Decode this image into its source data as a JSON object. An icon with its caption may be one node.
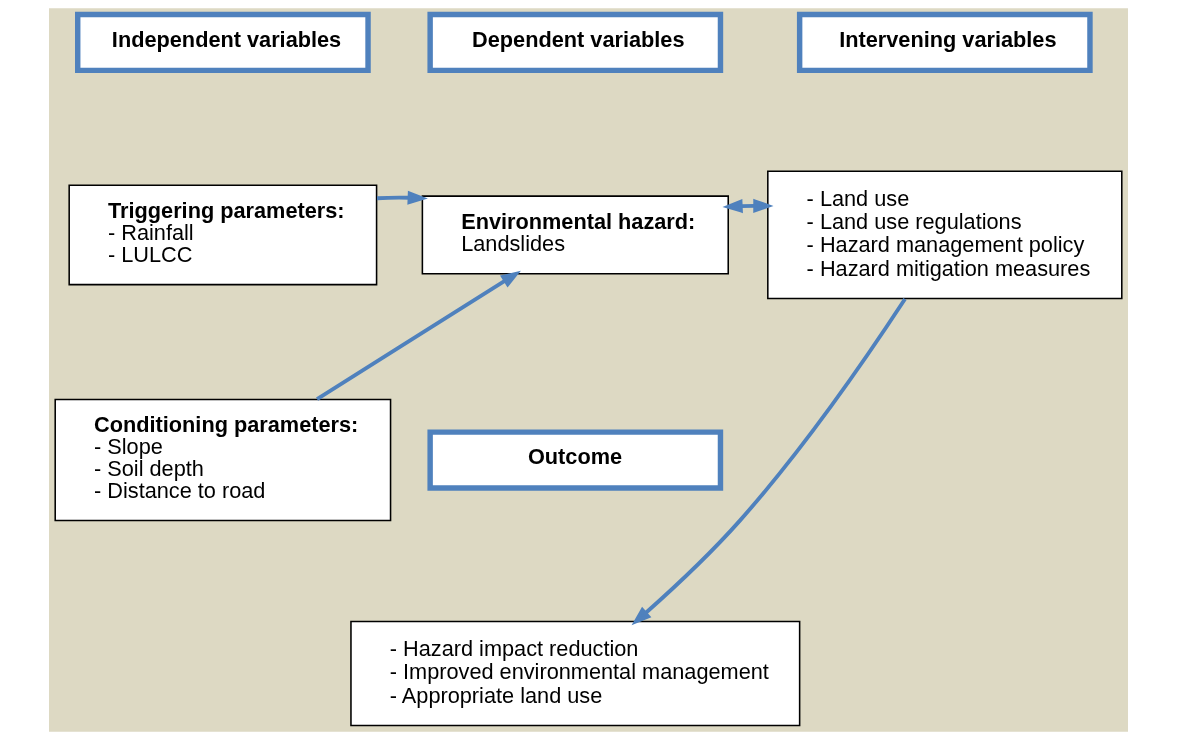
{
  "diagram": {
    "nodes": [
      {
        "text": [
          "Independent variables"
        ]
      },
      {
        "text": [
          "Dependent variables"
        ]
      },
      {
        "text": [
          "Intervening variables"
        ]
      },
      {
        "text": [
          "Triggering parameters:",
          "- Rainfall",
          "- LULCC"
        ]
      },
      {
        "text": [
          "Conditioning parameters:",
          "- Slope",
          "- Soil depth",
          "- Distance to road"
        ]
      },
      {
        "text": [
          "Environmental hazard:",
          "Landslides"
        ]
      },
      {
        "text": [
          "- Land use",
          "- Land use regulations",
          "- Hazard management policy",
          "- Hazard mitigation measures"
        ]
      },
      {
        "text": [
          "Outcome"
        ]
      },
      {
        "text": [
          "- Hazard impact reduction",
          "- Improved environmental management",
          "- Appropriate land use"
        ]
      }
    ],
    "edges": [
      {
        "from": 3,
        "to": 5,
        "arrow": "to"
      },
      {
        "from": 4,
        "to": 5,
        "arrow": "to"
      },
      {
        "from": 5,
        "to": 6,
        "arrow": "both"
      },
      {
        "from": 6,
        "to": 8,
        "arrow": "to"
      }
    ]
  }
}
